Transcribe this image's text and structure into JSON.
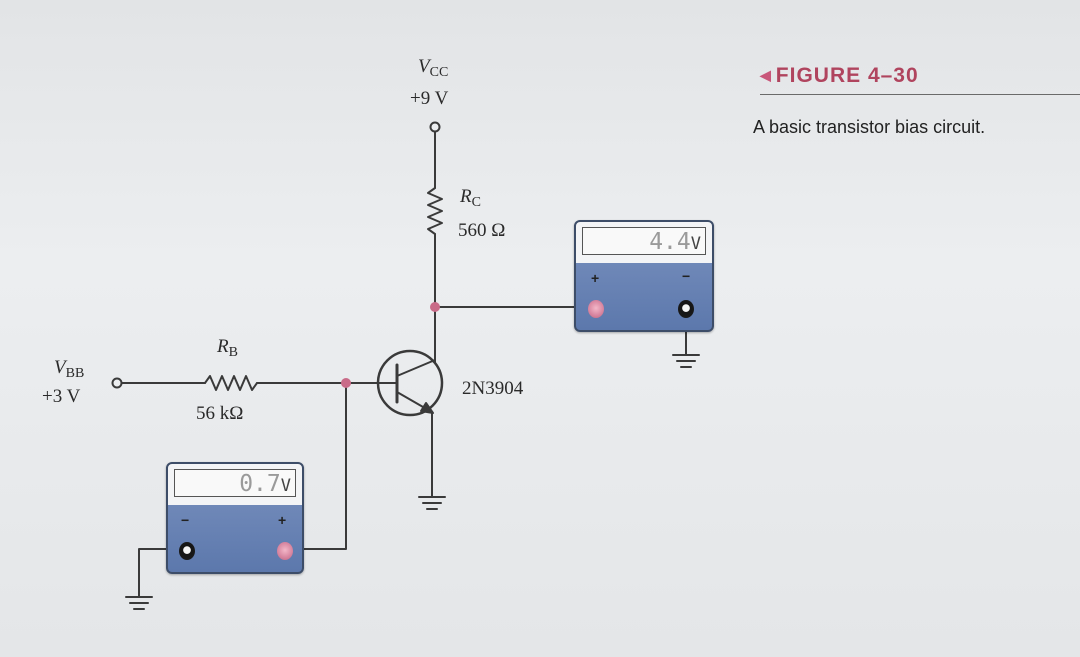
{
  "figure": {
    "heading": "FIGURE 4–30",
    "caption": "A basic transistor bias circuit."
  },
  "supply_vcc": {
    "symbol": "V",
    "subscript": "CC",
    "value": "+9 V"
  },
  "supply_vbb": {
    "symbol": "V",
    "subscript": "BB",
    "value": "+3 V"
  },
  "resistor_rc": {
    "symbol": "R",
    "subscript": "C",
    "value": "560 Ω"
  },
  "resistor_rb": {
    "symbol": "R",
    "subscript": "B",
    "value": "56 kΩ"
  },
  "transistor": {
    "part": "2N3904"
  },
  "meter_collector": {
    "reading": "4.4",
    "unit": "V",
    "plus": "+",
    "minus": "−"
  },
  "meter_base": {
    "reading": "0.7",
    "unit": "V",
    "plus": "+",
    "minus": "−"
  },
  "colors": {
    "wire": "#3a3a3a",
    "node": "#c96b88",
    "meter_body": "#5f7bb0",
    "heading": "#b0445e"
  }
}
